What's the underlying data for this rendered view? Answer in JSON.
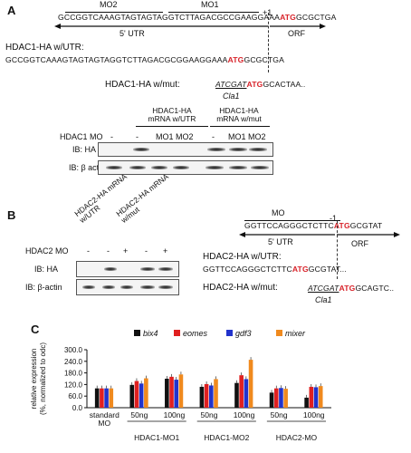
{
  "panelA": {
    "letter": "A",
    "mo2": "MO2",
    "mo1": "MO1",
    "plus1": "+1",
    "seq_top_pre": "GCCGGTCAAAGTAGTAGTAGGTCTTAGACGCCGAAGGAAA",
    "seq_top_atg": "ATG",
    "seq_top_post": "GCGCTGA",
    "utr": "5' UTR",
    "orf": "ORF",
    "utr_title": "HDAC1-HA w/UTR:",
    "seq_utr_pre": "GCCGGTCAAAGTAGTAGTAGGTCTTAGACGCGGAAGGAAA",
    "seq_utr_atg": "ATG",
    "seq_utr_post": "GCGCTGA",
    "mut_title": "HDAC1-HA w/mut:",
    "mut_pre": "ATCGAT",
    "mut_atg": "ATG",
    "mut_post": "GCACTAA..",
    "cla": "Cla1",
    "blot_col1": "HDAC1-HA mRNA w/UTR",
    "blot_col2": "HDAC1-HA mRNA w/mut",
    "mo_label": "HDAC1 MO",
    "lanes": [
      "-",
      "-",
      "MO1",
      "MO2",
      "-",
      "MO1",
      "MO2"
    ],
    "ib_ha": "IB: HA",
    "ib_actin": "IB: β actin"
  },
  "panelB": {
    "letter": "B",
    "col1": "HDAC2-HA mRNA w/UTR",
    "col2": "HDAC2-HA mRNA w/mut",
    "mo_label": "HDAC2 MO",
    "lanes": [
      "-",
      "-",
      "+",
      "-",
      "+"
    ],
    "ib_ha": "IB: HA",
    "ib_actin": "IB: β-actin",
    "mo": "MO",
    "minus1": "-1",
    "seq_top_pre": "GGTTCCAGGGCTCTTC",
    "seq_top_atg": "ATG",
    "seq_top_post": "GCGTAT",
    "utr": "5' UTR",
    "orf": "ORF",
    "utr_title": "HDAC2-HA w/UTR:",
    "seq_utr_pre": "GGTTCCAGGGCTCTTC",
    "seq_utr_atg": "ATG",
    "seq_utr_post": "GCGTAT...",
    "mut_title": "HDAC2-HA w/mut:",
    "mut_pre": "ATCGAT",
    "mut_atg": "ATG",
    "mut_post": "GCAGTC..",
    "cla": "Cla1"
  },
  "panelC": {
    "letter": "C"
  },
  "chart_data": {
    "type": "bar",
    "title": "",
    "ylabel": "relative expression (%, normalized to odc)",
    "ylim": [
      0,
      300
    ],
    "yticks": [
      "0.0",
      "60.0",
      "120.0",
      "180.0",
      "240.0",
      "300.0"
    ],
    "categories": [
      "standard MO",
      "50ng",
      "100ng",
      "50ng",
      "100ng",
      "50ng",
      "100ng"
    ],
    "groups": [
      "HDAC1-MO1",
      "HDAC1-MO2",
      "HDAC2-MO"
    ],
    "category_label_lines": [
      [
        "standard",
        "MO"
      ],
      [
        "50ng"
      ],
      [
        "100ng"
      ],
      [
        "50ng"
      ],
      [
        "100ng"
      ],
      [
        "50ng"
      ],
      [
        "100ng"
      ]
    ],
    "series": [
      {
        "name": "bix4",
        "color": "#111111",
        "values": [
          100,
          118,
          150,
          108,
          128,
          78,
          52
        ]
      },
      {
        "name": "eomes",
        "color": "#e02020",
        "values": [
          100,
          138,
          160,
          122,
          168,
          100,
          108
        ]
      },
      {
        "name": "gdf3",
        "color": "#2233cc",
        "values": [
          100,
          125,
          145,
          115,
          148,
          102,
          106
        ]
      },
      {
        "name": "mixer",
        "color": "#f08a1e",
        "values": [
          100,
          152,
          172,
          148,
          248,
          98,
          112
        ]
      }
    ]
  }
}
